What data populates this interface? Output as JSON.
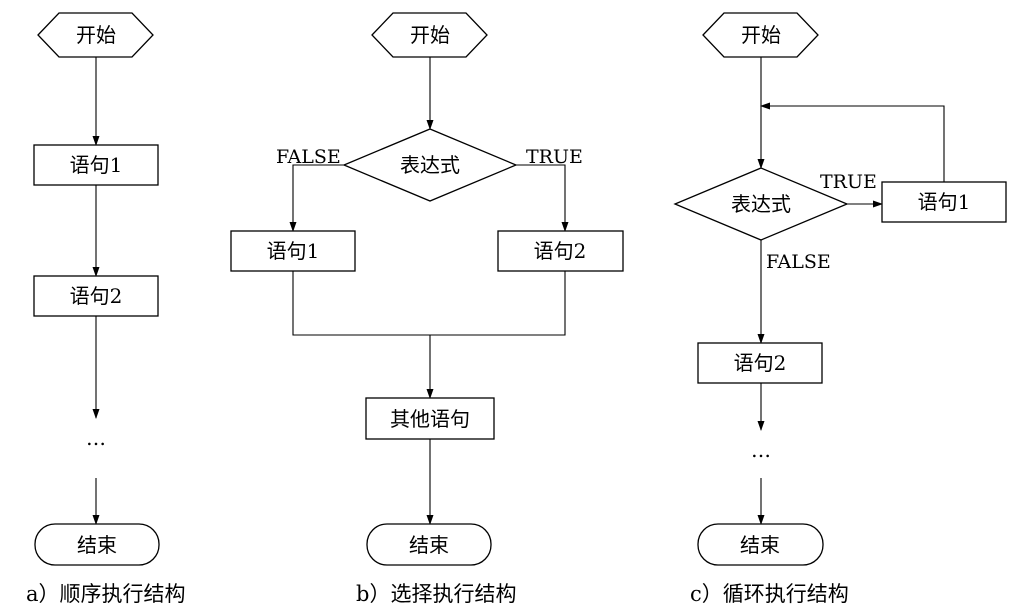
{
  "diagrams": [
    {
      "caption": "a）顺序执行结构",
      "start": "开始",
      "stmt1": "语句1",
      "stmt2": "语句2",
      "ellipsis": "…",
      "end": "结束"
    },
    {
      "caption": "b）选择执行结构",
      "start": "开始",
      "expr": "表达式",
      "false_label": "FALSE",
      "true_label": "TRUE",
      "stmt1": "语句1",
      "stmt2": "语句2",
      "other": "其他语句",
      "end": "结束"
    },
    {
      "caption": "c）循环执行结构",
      "start": "开始",
      "expr": "表达式",
      "true_label": "TRUE",
      "false_label": "FALSE",
      "stmt1": "语句1",
      "stmt2": "语句2",
      "ellipsis": "…",
      "end": "结束"
    }
  ]
}
